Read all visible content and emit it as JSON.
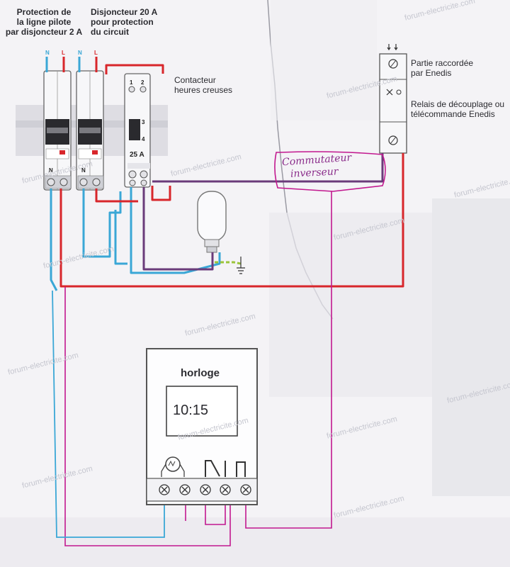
{
  "labels": {
    "protection_pilote": [
      "Protection de",
      "la ligne pilote",
      "par disjoncteur 2 A"
    ],
    "disjoncteur_20a": [
      "Disjoncteur 20 A",
      "pour protection",
      "du circuit"
    ],
    "contacteur": [
      "Contacteur",
      "heures creuses"
    ],
    "partie_raccordee": [
      "Partie raccordée",
      "par Enedis"
    ],
    "relais": [
      "Relais de découplage ou",
      "télécommande Enedis"
    ]
  },
  "terminals": {
    "breaker1_top": [
      "N",
      "L"
    ],
    "breaker2_top": [
      "N",
      "L"
    ],
    "breaker1_bottom": "N",
    "breaker2_bottom": "N",
    "contactor_top": [
      "1",
      "2"
    ],
    "contactor_side": [
      "3",
      "4"
    ]
  },
  "contactor_rating": "25 A",
  "handwritten": {
    "line1": "Commutateur",
    "line2": "inverseur"
  },
  "horloge": {
    "title": "horloge",
    "time": "10:15"
  },
  "watermark": "forum-electricite.com",
  "colors": {
    "neutral": "#3aa7d6",
    "phase": "#d8262b",
    "pilot": "#6a3b7a",
    "hand_pen": "#c2188f",
    "earth": "#9bc43a"
  }
}
